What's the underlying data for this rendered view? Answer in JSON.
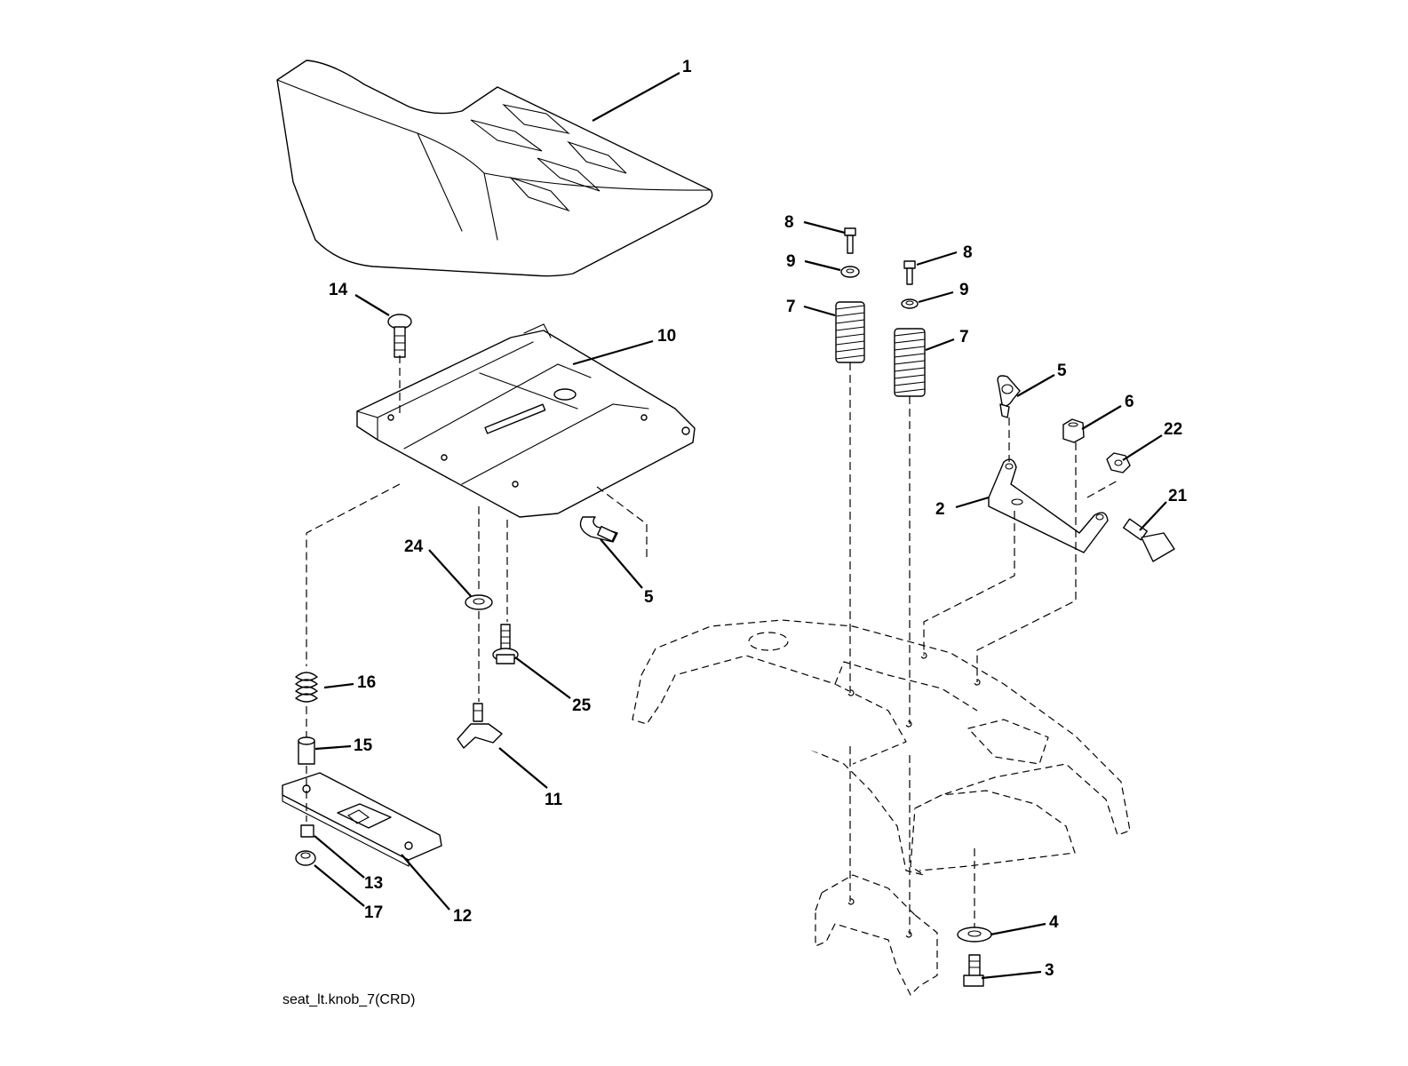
{
  "caption": "seat_lt.knob_7(CRD)",
  "callouts": {
    "c1": "1",
    "c2": "2",
    "c3": "3",
    "c4": "4",
    "c5a": "5",
    "c5b": "5",
    "c6": "6",
    "c7a": "7",
    "c7b": "7",
    "c8a": "8",
    "c8b": "8",
    "c9a": "9",
    "c9b": "9",
    "c10": "10",
    "c11": "11",
    "c12": "12",
    "c13": "13",
    "c14": "14",
    "c15": "15",
    "c16": "16",
    "c17": "17",
    "c21": "21",
    "c22": "22",
    "c24": "24",
    "c25": "25"
  },
  "colors": {
    "line": "#000000",
    "background": "#ffffff"
  }
}
